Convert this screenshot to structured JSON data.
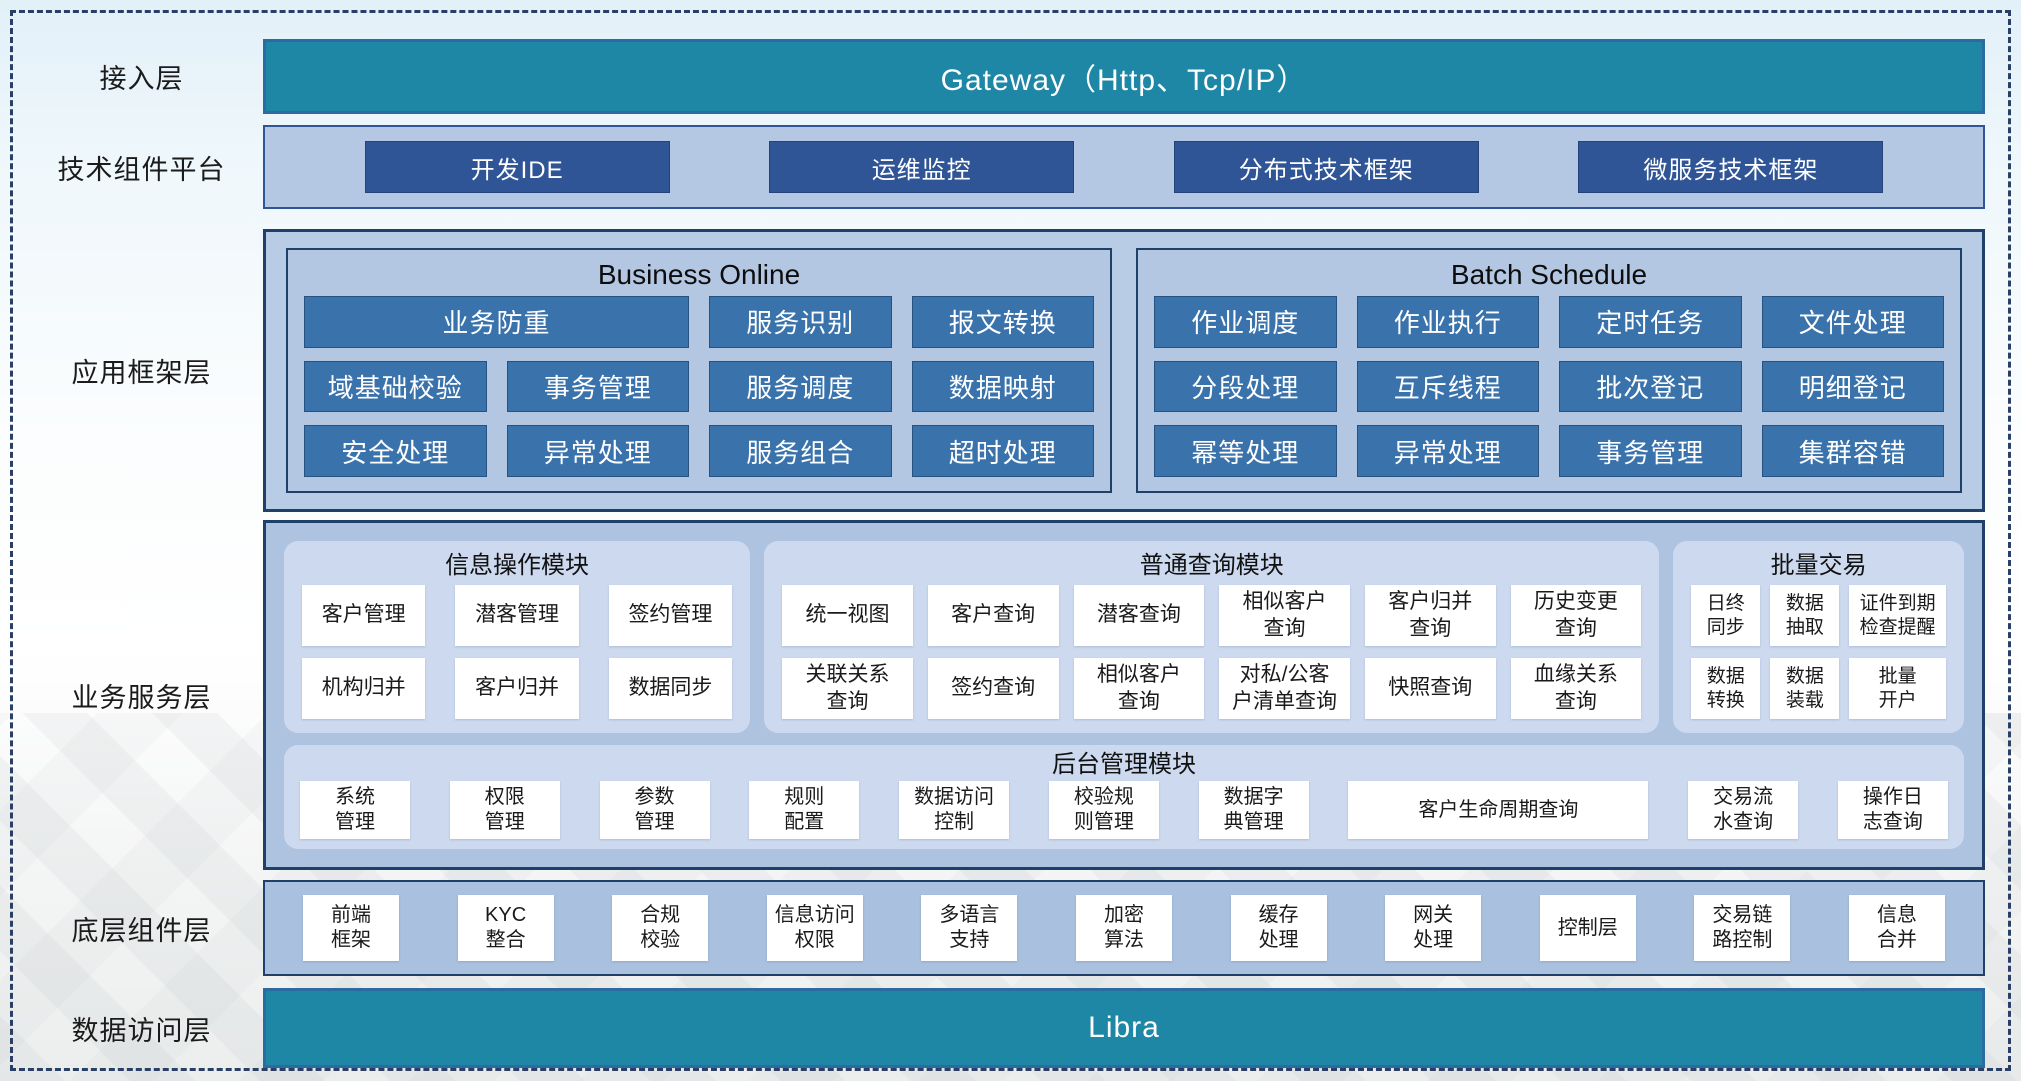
{
  "colors": {
    "teal_bar": "#1e87a5",
    "teal_bar_border": "#2c6ba0",
    "dark_blue_button": "#2f5597",
    "steel_blue_cell": "#3a73ac",
    "panel_fill_light": "#b4c7e3",
    "panel_border_navy": "#1f4068",
    "module_fill": "#ccd9ef",
    "item_box": "#ffffff",
    "frame_dash": "#2a3f66"
  },
  "layers": {
    "access": {
      "label": "接入层",
      "gateway": "Gateway（Http、Tcp/IP）"
    },
    "tech_platform": {
      "label": "技术组件平台",
      "items": [
        "开发IDE",
        "运维监控",
        "分布式技术框架",
        "微服务技术框架"
      ]
    },
    "app_framework": {
      "label": "应用框架层",
      "groups": [
        {
          "title": "Business Online",
          "cells": [
            {
              "text": "业务防重",
              "span": 2
            },
            {
              "text": "服务识别"
            },
            {
              "text": "报文转换"
            },
            {
              "text": "域基础校验"
            },
            {
              "text": "事务管理"
            },
            {
              "text": "服务调度"
            },
            {
              "text": "数据映射"
            },
            {
              "text": "安全处理"
            },
            {
              "text": "异常处理"
            },
            {
              "text": "服务组合"
            },
            {
              "text": "超时处理"
            }
          ]
        },
        {
          "title": "Batch Schedule",
          "cells": [
            {
              "text": "作业调度"
            },
            {
              "text": "作业执行"
            },
            {
              "text": "定时任务"
            },
            {
              "text": "文件处理"
            },
            {
              "text": "分段处理"
            },
            {
              "text": "互斥线程"
            },
            {
              "text": "批次登记"
            },
            {
              "text": "明细登记"
            },
            {
              "text": "幂等处理"
            },
            {
              "text": "异常处理"
            },
            {
              "text": "事务管理"
            },
            {
              "text": "集群容错"
            }
          ]
        }
      ]
    },
    "business_service": {
      "label": "业务服务层",
      "modules": [
        {
          "title": "信息操作模块",
          "items": [
            "客户管理",
            "潜客管理",
            "签约管理",
            "机构归并",
            "客户归并",
            "数据同步"
          ]
        },
        {
          "title": "普通查询模块",
          "items": [
            "统一视图",
            "客户查询",
            "潜客查询",
            "相似客户\n查询",
            "客户归并\n查询",
            "历史变更\n查询",
            "关联关系\n查询",
            "签约查询",
            "相似客户\n查询",
            "对私/公客\n户清单查询",
            "快照查询",
            "血缘关系\n查询"
          ]
        },
        {
          "title": "批量交易",
          "items": [
            "日终\n同步",
            "数据\n抽取",
            "证件到期\n检查提醒",
            "数据\n转换",
            "数据\n装载",
            "批量\n开户"
          ]
        }
      ],
      "admin_module": {
        "title": "后台管理模块",
        "items": [
          {
            "text": "系统\n管理"
          },
          {
            "text": "权限\n管理"
          },
          {
            "text": "参数\n管理"
          },
          {
            "text": "规则\n配置"
          },
          {
            "text": "数据访问\n控制"
          },
          {
            "text": "校验规\n则管理"
          },
          {
            "text": "数据字\n典管理"
          },
          {
            "text": "客户生命周期查询",
            "wide": true
          },
          {
            "text": "交易流\n水查询"
          },
          {
            "text": "操作日\n志查询"
          }
        ]
      }
    },
    "base_components": {
      "label": "底层组件层",
      "items": [
        "前端\n框架",
        "KYC\n整合",
        "合规\n校验",
        "信息访问\n权限",
        "多语言\n支持",
        "加密\n算法",
        "缓存\n处理",
        "网关\n处理",
        "控制层",
        "交易链\n路控制",
        "信息\n合并"
      ]
    },
    "data_access": {
      "label": "数据访问层",
      "bar": "Libra"
    }
  }
}
